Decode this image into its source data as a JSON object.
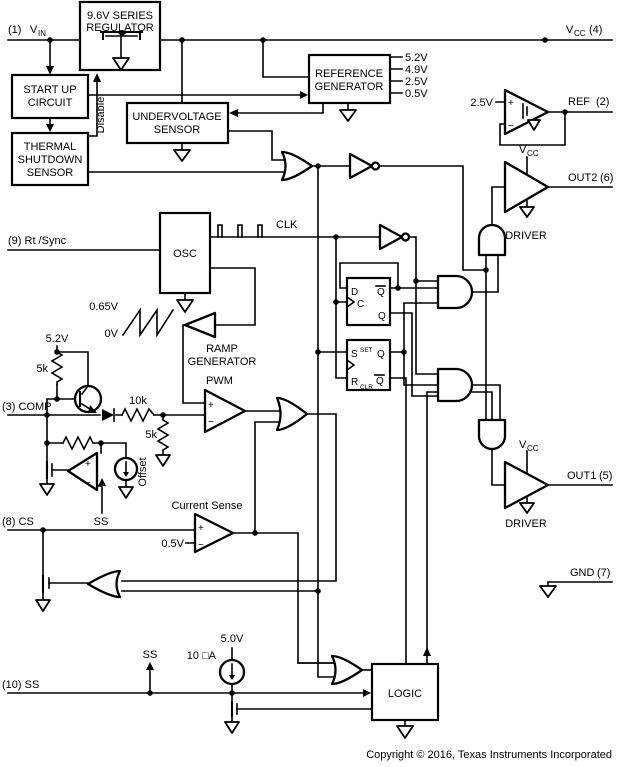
{
  "pins": {
    "vin": {
      "num": "(1)",
      "name": "V",
      "sub": "IN"
    },
    "vcc": {
      "name": "V",
      "sub": "CC",
      "num": "(4)"
    },
    "ref": {
      "name": "REF",
      "num": "(2)"
    },
    "out2": {
      "name": "OUT2",
      "num": "(6)"
    },
    "out1": {
      "name": "OUT1",
      "num": "(5)"
    },
    "gnd": {
      "name": "GND",
      "num": "(7)"
    },
    "rt_sync": "(9) Rt /Sync",
    "comp": "(3) COMP",
    "cs": "(8) CS",
    "ss": "(10) SS"
  },
  "blocks": {
    "regulator": [
      "9.6V SERIES",
      "REGULATOR"
    ],
    "startup": [
      "START UP",
      "CIRCUIT"
    ],
    "thermal": [
      "THERMAL",
      "SHUTDOWN",
      "SENSOR"
    ],
    "undervoltage": [
      "UNDERVOLTAGE",
      "SENSOR"
    ],
    "refgen": [
      "REFERENCE",
      "GENERATOR"
    ],
    "osc": "OSC",
    "ramp": [
      "RAMP",
      "GENERATOR"
    ],
    "logic": "LOGIC"
  },
  "values": {
    "ref_out_1": "5.2V",
    "ref_out_2": "4.9V",
    "ref_out_3": "2.5V",
    "ref_out_4": "0.5V",
    "ref_amp_in": "2.5V",
    "ramp_high": "0.65V",
    "ramp_low": "0V",
    "comp_pullup": "5.2V",
    "r_pullup": "5k",
    "r_series": "10k",
    "r_divider": "5k",
    "cs_threshold": "0.5V",
    "ss_voltage": "5.0V",
    "ss_current": "10 □A"
  },
  "signals": {
    "clk": "CLK",
    "pwm": "PWM",
    "current_sense": "Current Sense",
    "disable": "Disable",
    "offset": "Offset",
    "ss": "SS",
    "driver": "DRIVER",
    "vcc": "V",
    "vcc_sub": "CC"
  },
  "flipflop": {
    "d": "D",
    "c": "C",
    "q": "Q",
    "s": "S",
    "set": "SET",
    "r": "R",
    "clr": "CLR"
  },
  "symbols": {
    "plus": "+",
    "minus": "−"
  },
  "footer": {
    "copyright": "Copyright © 2016, Texas Instruments Incorporated"
  }
}
